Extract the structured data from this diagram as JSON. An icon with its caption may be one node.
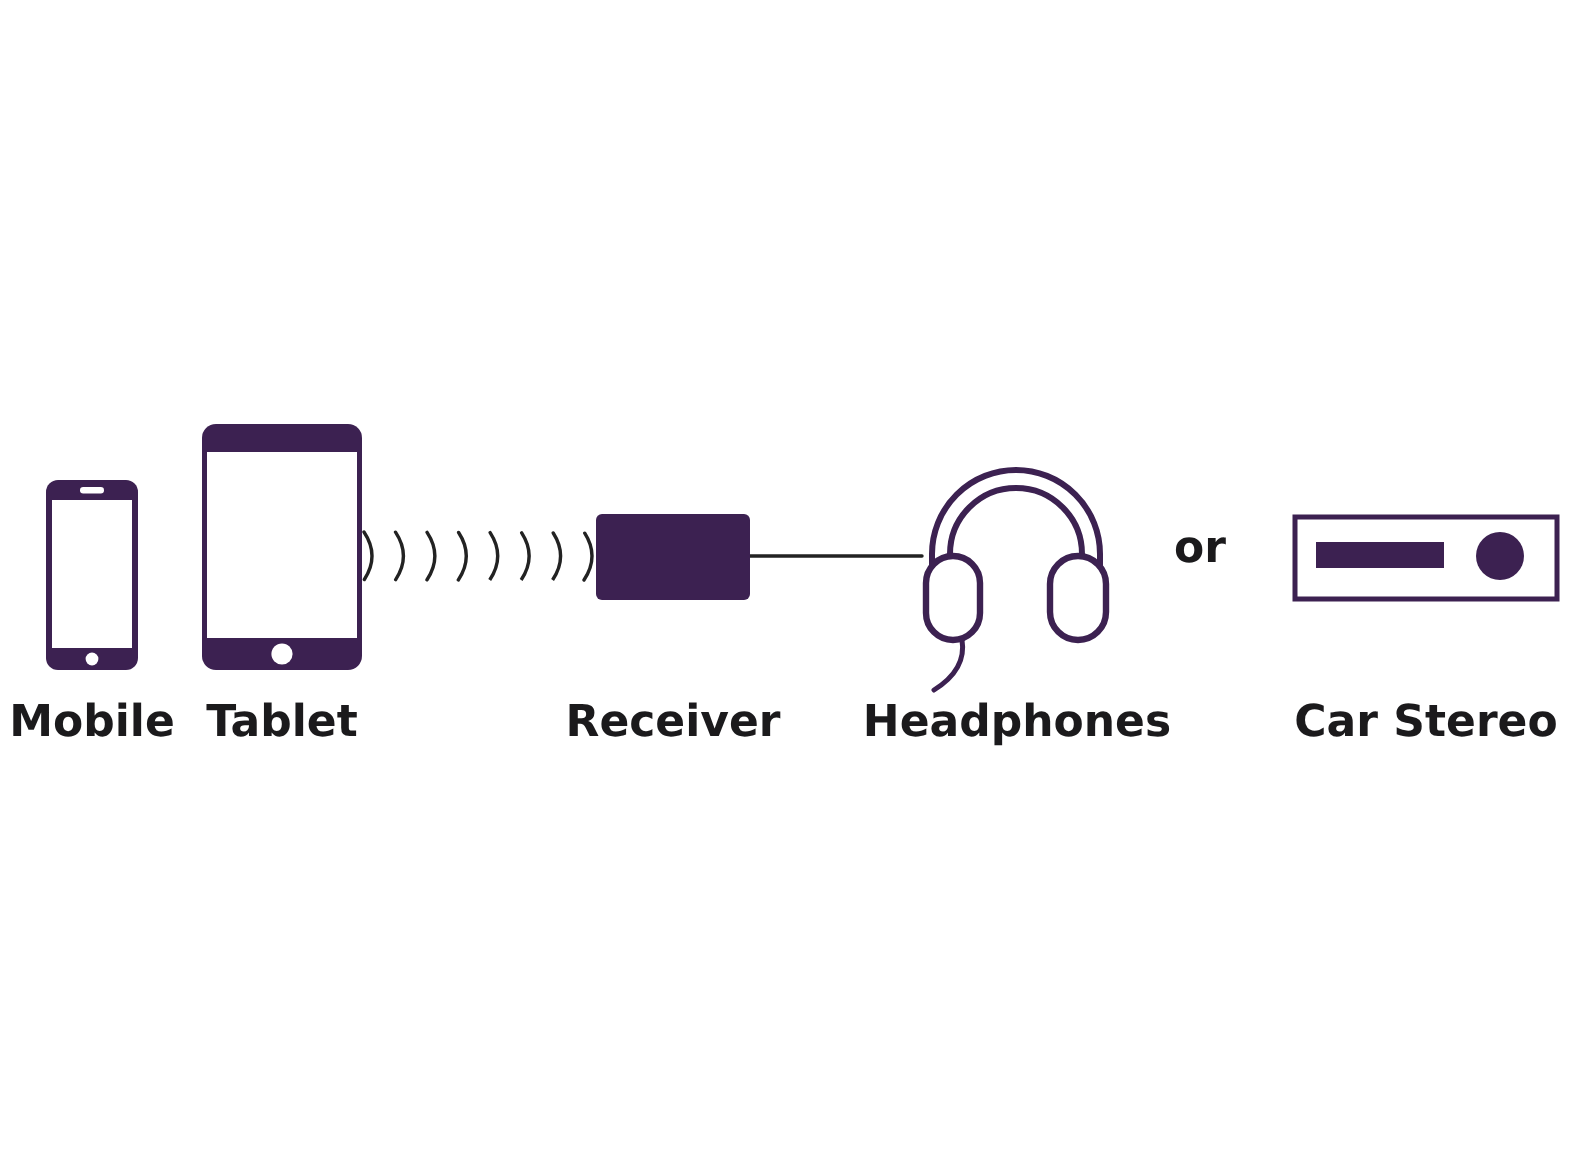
{
  "diagram": {
    "nodes": [
      {
        "text": [
          "Mobile"
        ]
      },
      {
        "text": [
          "Tablet"
        ]
      },
      {
        "text": [
          "Receiver"
        ]
      },
      {
        "text": [
          "Headphones"
        ]
      },
      {
        "text": [
          "Car Stereo"
        ]
      }
    ],
    "edges": [
      {
        "from": 1,
        "to": 2,
        "arrow": "none",
        "style": "dashed"
      },
      {
        "from": 2,
        "to": 3,
        "arrow": "none"
      }
    ],
    "labels": [
      "or"
    ]
  }
}
